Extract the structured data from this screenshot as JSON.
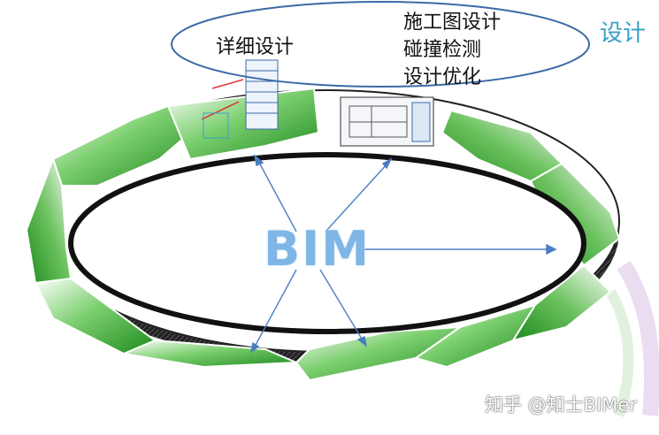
{
  "detail_label": "详细设计",
  "stage_list": [
    "施工图设计",
    "碰撞检测",
    "设计优化"
  ],
  "phase_title": "设计",
  "center_label": "BIM",
  "watermark": "知乎 @知士BIMer",
  "colors": {
    "green": "#2a9a2a",
    "light": "#ffffff",
    "arrow": "#4a7fc0",
    "outline": "#3b6aa6",
    "accent": "#3aa0c8"
  }
}
